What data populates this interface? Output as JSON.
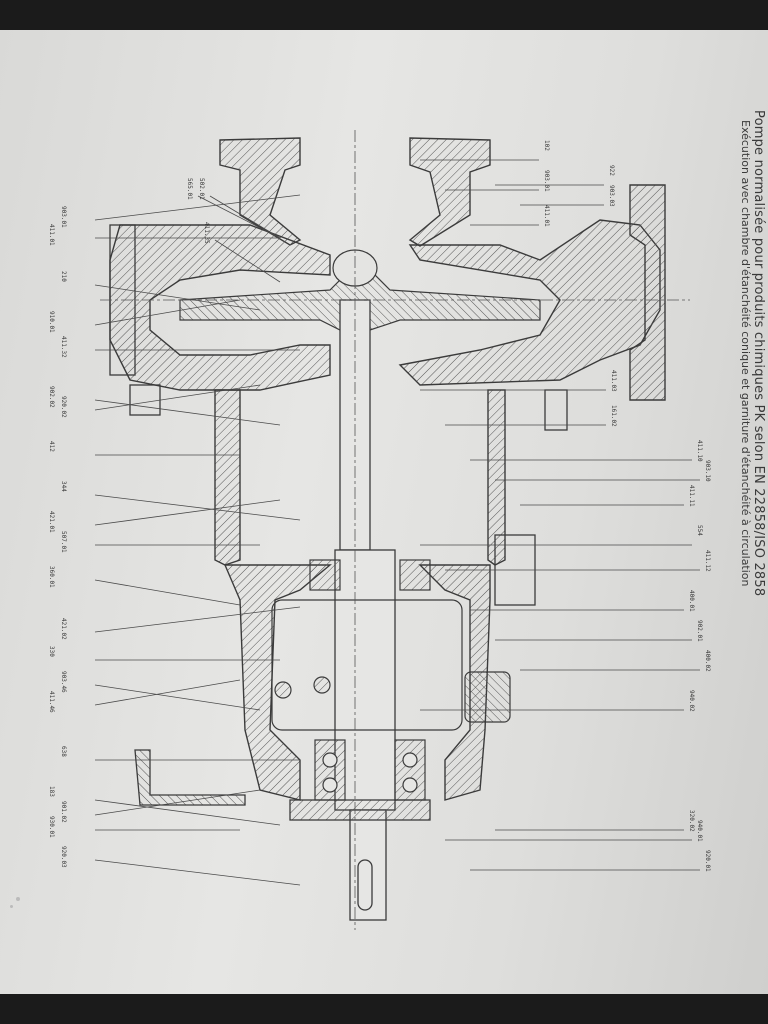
{
  "title": {
    "main": "Pompe normalisée pour produits chimiques PK selon EN 22858/ISO 2858",
    "sub": "Exécution avec chambre d'étanchéité conique et garniture d'étanchéité à circulation"
  },
  "colors": {
    "paper": "#e3e3e1",
    "ink": "#3b3b3b",
    "hatch": "#5a5a5a",
    "background": "#1b1b1b"
  },
  "labels_left": [
    "903.01",
    "411.01",
    "210",
    "910.01",
    "411.32",
    "902.02",
    "920.02",
    "412",
    "344",
    "421.01",
    "507.01",
    "360.01",
    "421.02",
    "330",
    "903.46",
    "411.46",
    "638",
    "183",
    "901.02",
    "930.01",
    "920.03"
  ],
  "labels_top_left": [
    "502.01",
    "565.01",
    "411.35"
  ],
  "labels_right": [
    "102",
    "903.01",
    "411.01",
    "922",
    "903.03",
    "411.03",
    "161.02",
    "411.10",
    "903.10",
    "411.11",
    "554",
    "411.12",
    "400.01",
    "902.01",
    "400.02",
    "940.02",
    "940.01",
    "920.01",
    "320.02"
  ]
}
